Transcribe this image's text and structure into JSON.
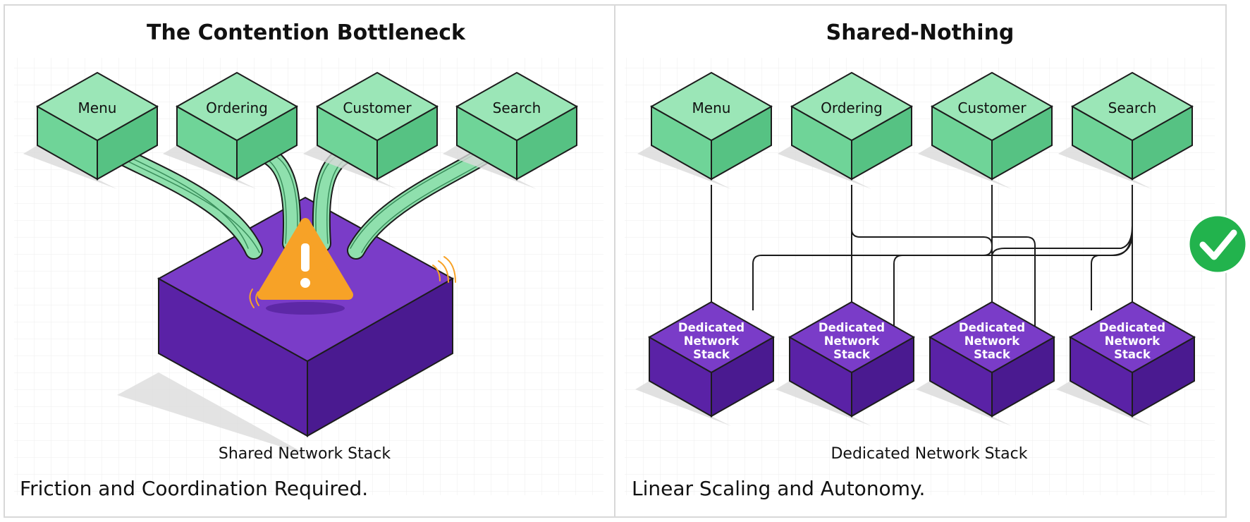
{
  "left_panel": {
    "title": "The Contention Bottleneck",
    "services": [
      "Menu",
      "Ordering",
      "Customer",
      "Search"
    ],
    "shared_caption": "Shared Network Stack",
    "footer": "Friction and Coordination Required."
  },
  "right_panel": {
    "title": "Shared-Nothing",
    "services": [
      "Menu",
      "Ordering",
      "Customer",
      "Search"
    ],
    "dedicated_box_label": [
      "Dedicated",
      "Network",
      "Stack"
    ],
    "dedicated_caption": "Dedicated Network Stack",
    "footer": "Linear Scaling and Autonomy."
  },
  "icons": {
    "warning": "warning-triangle-icon",
    "success": "check-circle-icon"
  },
  "colors": {
    "service_top": "#9be6b7",
    "service_side": "#6fd498",
    "service_side_dark": "#56c283",
    "stack_top": "#7a3cc8",
    "stack_side": "#5a22a6",
    "stack_side_dark": "#4a1a90",
    "warning": "#f7a227",
    "success": "#22b34d"
  }
}
